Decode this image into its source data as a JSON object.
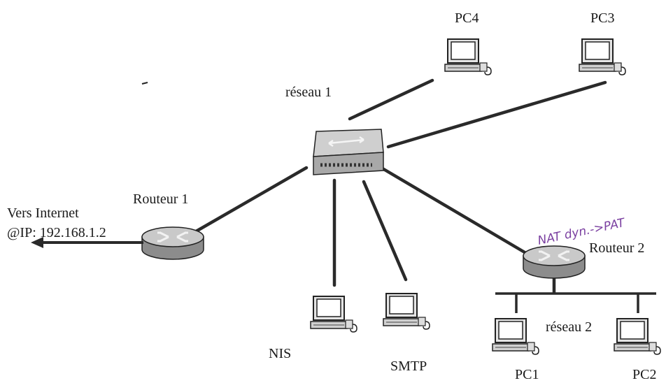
{
  "diagram": {
    "labels": {
      "pc4": "PC4",
      "pc3": "PC3",
      "reseau1": "réseau 1",
      "routeur1": "Routeur 1",
      "vers_internet": "Vers Internet",
      "ip": "@IP: 192.168.1.2",
      "routeur2": "Routeur 2",
      "reseau2": "réseau 2",
      "nis": "NIS",
      "smtp": "SMTP",
      "pc1": "PC1",
      "pc2": "PC2",
      "annotation": "NAT dyn.->PAT"
    },
    "colors": {
      "line": "#2a2a2a",
      "device_body": "#d8d8d8",
      "device_dark": "#555555",
      "annotation": "#7a3fa0"
    }
  }
}
